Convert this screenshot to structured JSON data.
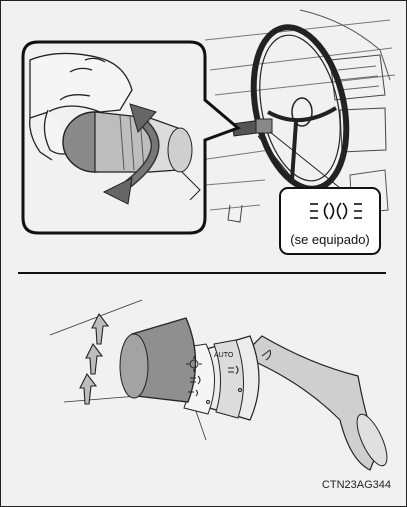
{
  "indicator_label": "(se equipado)",
  "figure_code": "CTN23AG344",
  "switch_labels": {
    "auto": "AUTO"
  }
}
